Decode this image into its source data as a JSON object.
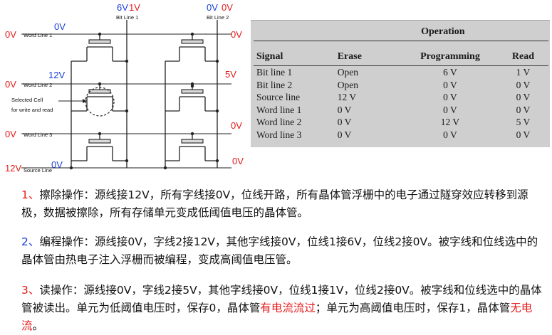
{
  "circuit": {
    "bit_line_1": {
      "label": "Bit Line 1",
      "voltage_a": "6V",
      "voltage_b": "1V"
    },
    "bit_line_2": {
      "label": "Bit Line 2",
      "voltage_a": "0V",
      "voltage_b": "0V"
    },
    "word_line_1": {
      "label": "Word Line 1",
      "left_voltage": "0V",
      "top_voltage": "0V",
      "right_voltage": "0V"
    },
    "word_line_2": {
      "label": "Word Line 2",
      "left_voltage": "0V",
      "top_voltage": "12V",
      "right_voltage": "5V"
    },
    "word_line_3": {
      "label": "Word Line 3",
      "left_voltage": "0V",
      "right_voltage": "0V"
    },
    "source_line": {
      "label": "Source Line",
      "left_voltage": "12V",
      "top_voltage": "0V",
      "right_voltage": "0V"
    },
    "selected_cell_label_1": "Selected Cell",
    "selected_cell_label_2": "for write and read",
    "colors": {
      "red": "#e41a1a",
      "blue": "#1a3fd6"
    }
  },
  "table": {
    "group_header": "Operation",
    "columns": [
      "Signal",
      "Erase",
      "Programming",
      "Read"
    ],
    "rows": [
      [
        "Bit line 1",
        "Open",
        "6 V",
        "1 V"
      ],
      [
        "Bit line 2",
        "Open",
        "0 V",
        "0 V"
      ],
      [
        "Source line",
        "12 V",
        "0 V",
        "0 V"
      ],
      [
        "Word line 1",
        "0 V",
        "0 V",
        "0 V"
      ],
      [
        "Word line 2",
        "0 V",
        "12 V",
        "5 V"
      ],
      [
        "Word line 3",
        "0 V",
        "0 V",
        "0 V"
      ]
    ]
  },
  "paragraphs": {
    "p1": {
      "num": "1、",
      "text": "擦除操作：源线接12V，所有字线接0V，位线开路，所有晶体管浮栅中的电子通过隧穿效应转移到源极，数据被擦除，所有存储单元变成低阈值电压的晶体管。"
    },
    "p2": {
      "num": "2、",
      "text": "编程操作：源线接0V，字线2接12V，其他字线接0V，位线1接6V，位线2接0V。被字线和位线选中的晶体管由热电子注入浮栅而被编程，变成高阈值电压管。"
    },
    "p3": {
      "num": "3、",
      "text_a": "读操作：源线接0V，字线2接5V，其他字线接0V，位线1接1V，位线2接0V。被字线和位线选中的晶体管被读出。单元为低阈值电压时，保存0，晶体管",
      "text_red_1": "有电流流过",
      "text_b": "；单元为高阈值电压时，保存1，晶体管",
      "text_red_2": "无电流",
      "text_c": "。"
    }
  }
}
